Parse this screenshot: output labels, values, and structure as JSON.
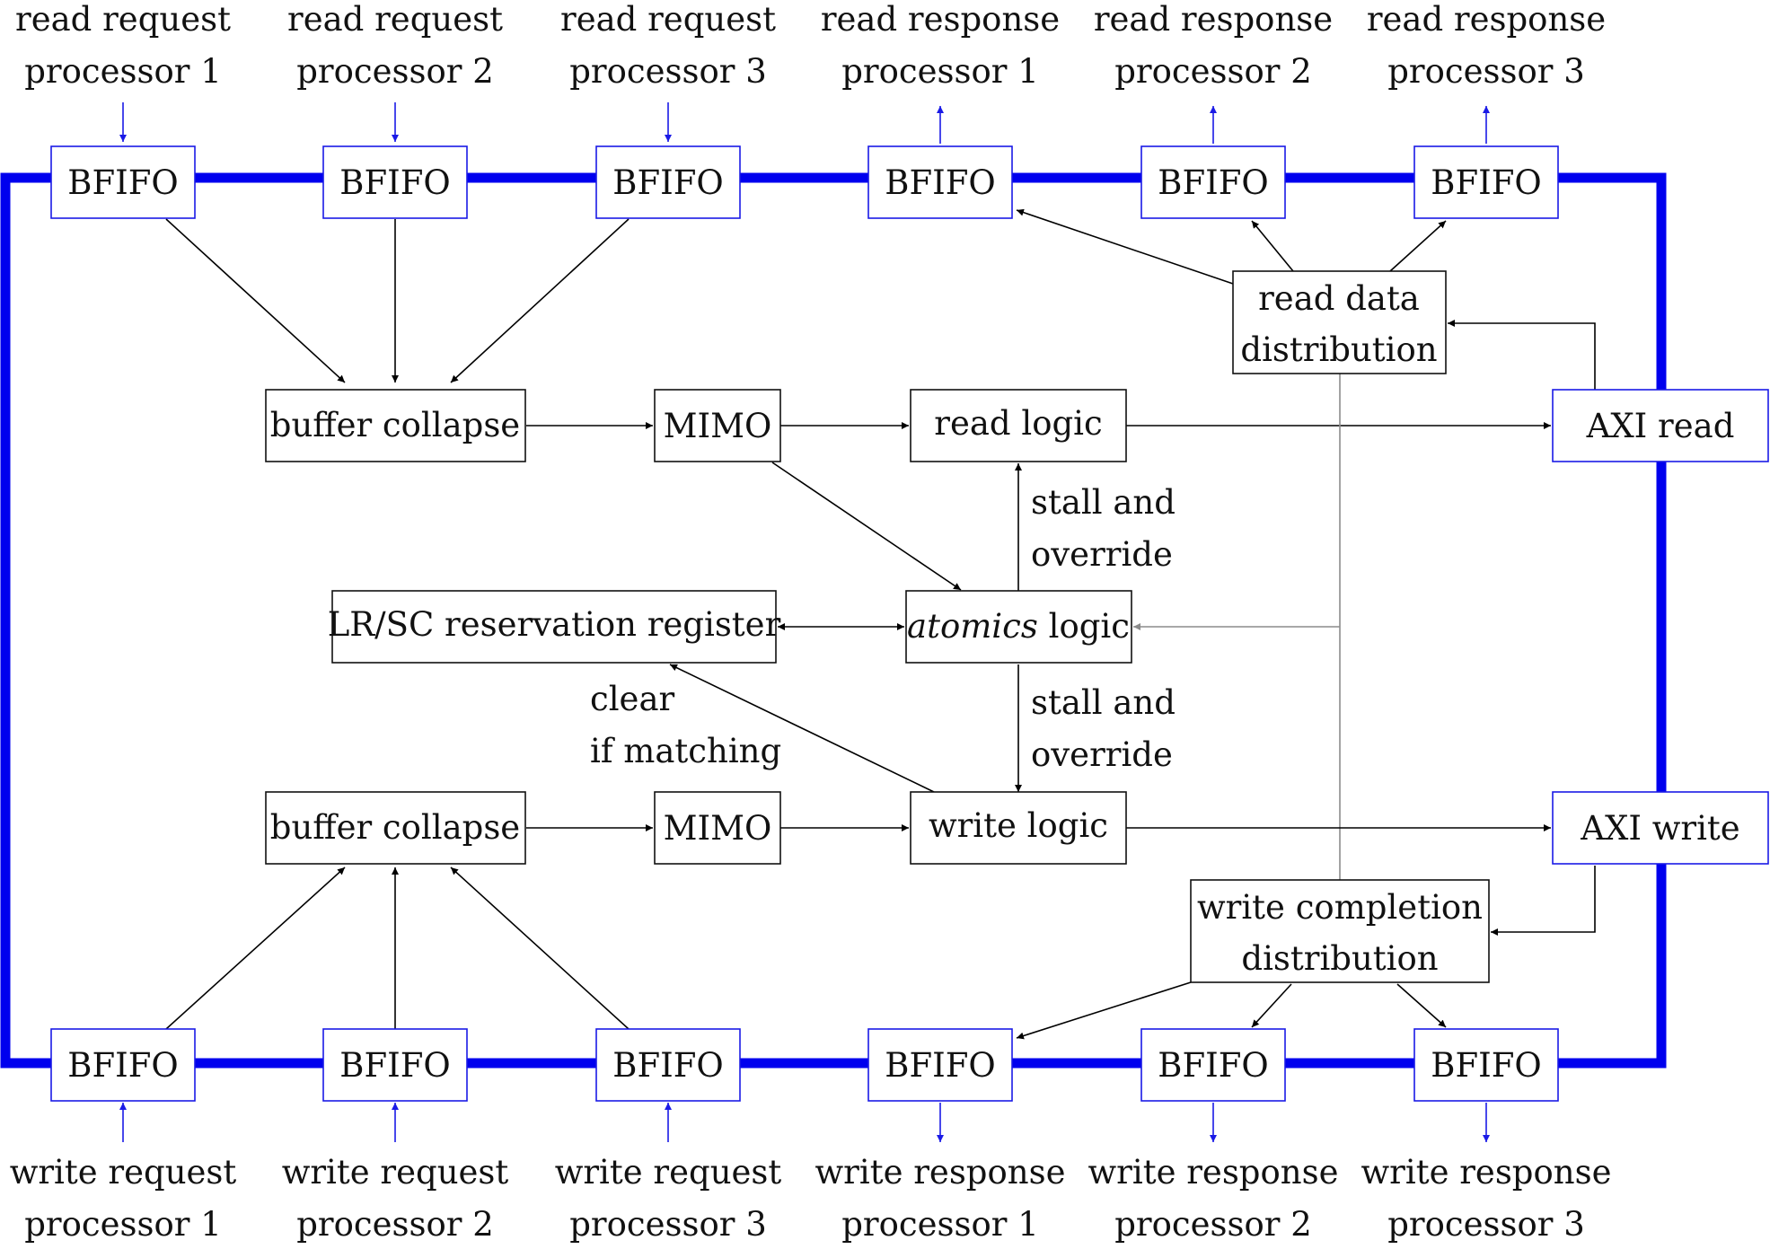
{
  "io": {
    "read_request": [
      {
        "l1": "read request",
        "l2": "processor 1"
      },
      {
        "l1": "read request",
        "l2": "processor 2"
      },
      {
        "l1": "read request",
        "l2": "processor 3"
      }
    ],
    "read_response": [
      {
        "l1": "read response",
        "l2": "processor 1"
      },
      {
        "l1": "read response",
        "l2": "processor 2"
      },
      {
        "l1": "read response",
        "l2": "processor 3"
      }
    ],
    "write_request": [
      {
        "l1": "write request",
        "l2": "processor 1"
      },
      {
        "l1": "write request",
        "l2": "processor 2"
      },
      {
        "l1": "write request",
        "l2": "processor 3"
      }
    ],
    "write_response": [
      {
        "l1": "write response",
        "l2": "processor 1"
      },
      {
        "l1": "write response",
        "l2": "processor 2"
      },
      {
        "l1": "write response",
        "l2": "processor 3"
      }
    ]
  },
  "fifo_label": "BFIFO",
  "blocks": {
    "buffer_collapse": "buffer collapse",
    "mimo": "MIMO",
    "read_logic": "read logic",
    "write_logic": "write logic",
    "axi_read": "AXI read",
    "axi_write": "AXI write",
    "lrsc": "LR/SC reservation register",
    "atomics_italic": "atomics",
    "atomics_rest": " logic",
    "read_dist_l1": "read data",
    "read_dist_l2": "distribution",
    "write_dist_l1": "write completion",
    "write_dist_l2": "distribution"
  },
  "notes": {
    "stall_l1": "stall and",
    "stall_l2": "override",
    "clear_l1": "clear",
    "clear_l2": "if matching"
  },
  "colors": {
    "bus": "#0000ee",
    "fifo_border": "#1a1ae6",
    "arrow": "#000000",
    "feedback_arrow": "#8c8c8c"
  }
}
